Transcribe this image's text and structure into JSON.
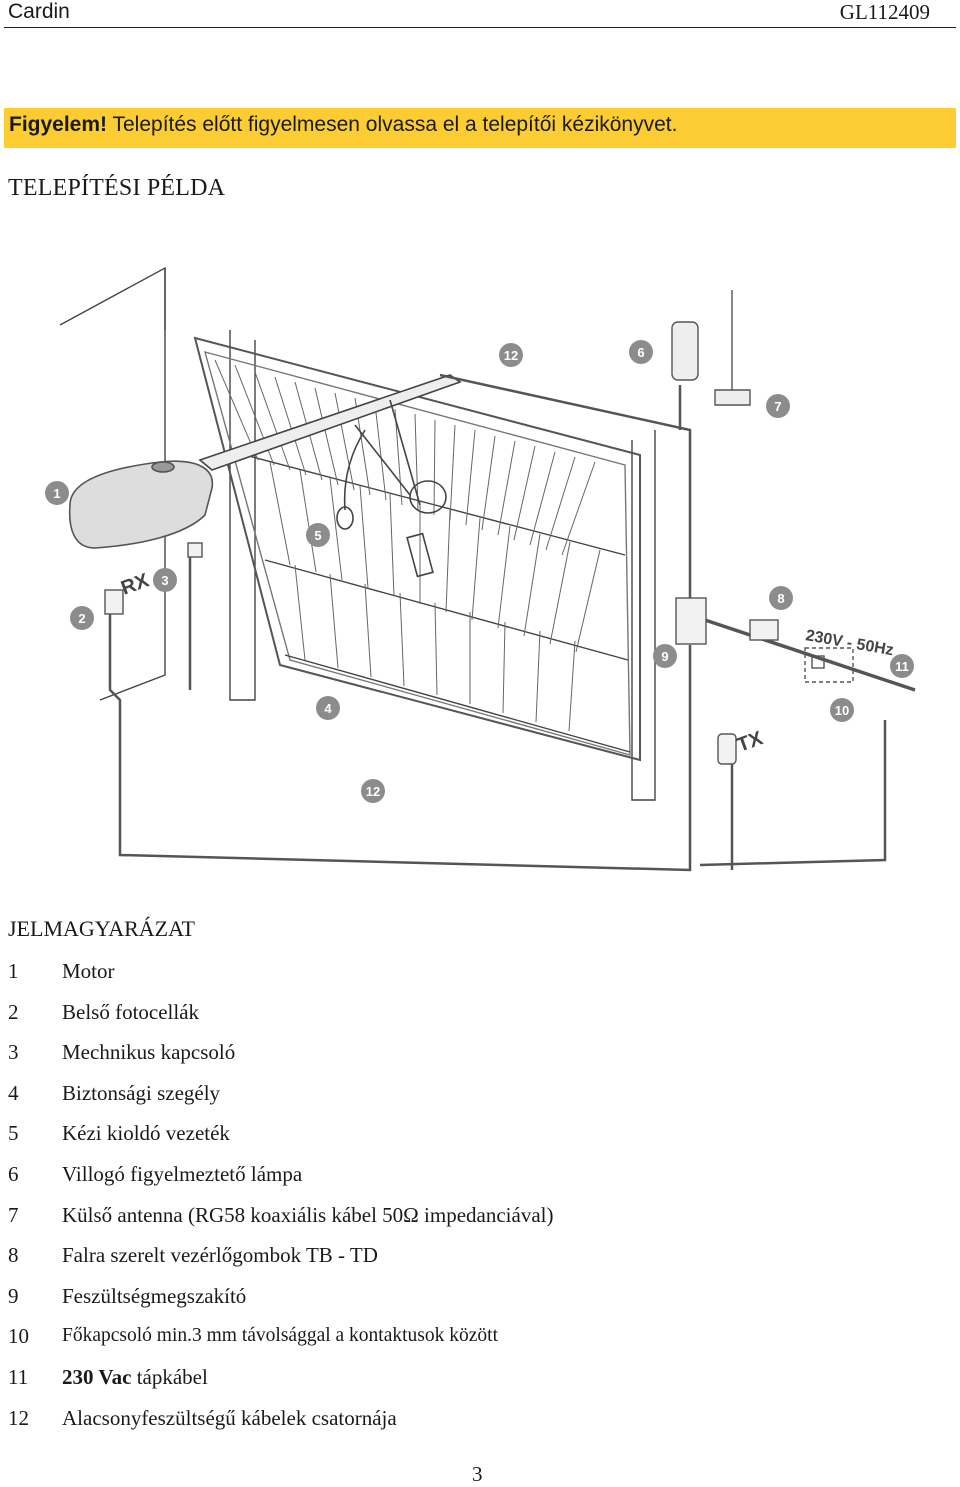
{
  "header": {
    "left": "Cardin",
    "right": "GL112409"
  },
  "warning": {
    "bold": "Figyelem!",
    "text": " Telepítés előtt figyelmesen olvassa el a telepítői kézikönyvet."
  },
  "section_title": "TELEPÍTÉSI PÉLDA",
  "diagram": {
    "labels": {
      "rx": "RX",
      "tx": "TX",
      "power": "230V - 50Hz"
    },
    "callouts": [
      "1",
      "2",
      "3",
      "4",
      "5",
      "6",
      "7",
      "8",
      "9",
      "10",
      "11",
      "12",
      "12"
    ]
  },
  "legend": {
    "title": "JELMAGYARÁZAT",
    "items": [
      {
        "num": "1",
        "text": "Motor"
      },
      {
        "num": "2",
        "text": "Belső fotocellák"
      },
      {
        "num": "3",
        "text": "Mechnikus kapcsoló"
      },
      {
        "num": "4",
        "text": "Biztonsági szegély"
      },
      {
        "num": "5",
        "text": "Kézi kioldó vezeték"
      },
      {
        "num": "6",
        "text": "Villogó figyelmeztető lámpa"
      },
      {
        "num": "7",
        "text": "Külső antenna (RG58 koaxiális kábel 50Ω impedanciával)"
      },
      {
        "num": "8",
        "text": "Falra szerelt vezérlőgombok TB - TD"
      },
      {
        "num": "9",
        "text": "Feszültségmegszakító"
      },
      {
        "num": "10",
        "text": "Főkapcsoló min.3 mm távolsággal a kontaktusok között"
      },
      {
        "num": "11",
        "bold": "230 Vac",
        "text": " tápkábel"
      },
      {
        "num": "12",
        "text": "Alacsonyfeszültségű kábelek csatornája"
      }
    ]
  },
  "page_number": "3"
}
